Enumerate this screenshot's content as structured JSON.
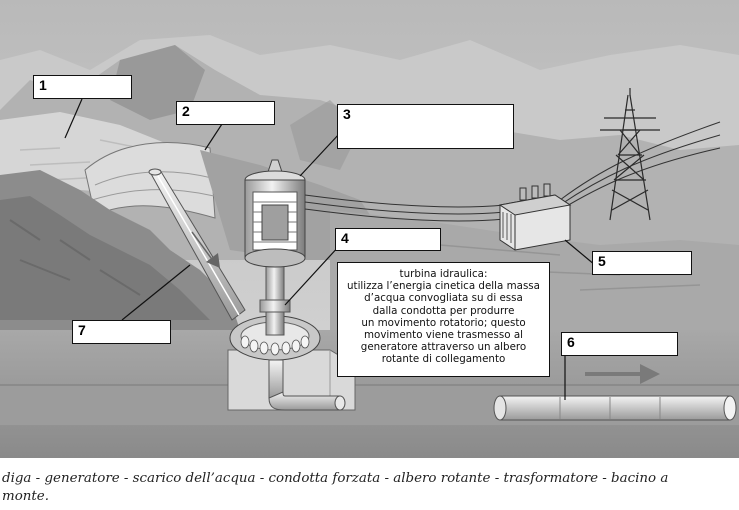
{
  "labels": [
    {
      "num": "1"
    },
    {
      "num": "2"
    },
    {
      "num": "3"
    },
    {
      "num": "4"
    },
    {
      "num": "5"
    },
    {
      "num": "6"
    },
    {
      "num": "7"
    }
  ],
  "description": {
    "lines": [
      "turbina idraulica:",
      "utilizza l’energia cinetica della massa",
      "d’acqua convogliata su di essa",
      "dalla condotta per produrre",
      "un movimento rotatorio; questo",
      "movimento viene trasmesso al",
      "generatore attraverso un albero",
      "rotante di collegamento"
    ]
  },
  "caption": {
    "line1": "diga - generatore - scarico dell’acqua - condotta forzata - albero rotante - trasformatore - bacino a",
    "line2": "monte."
  }
}
